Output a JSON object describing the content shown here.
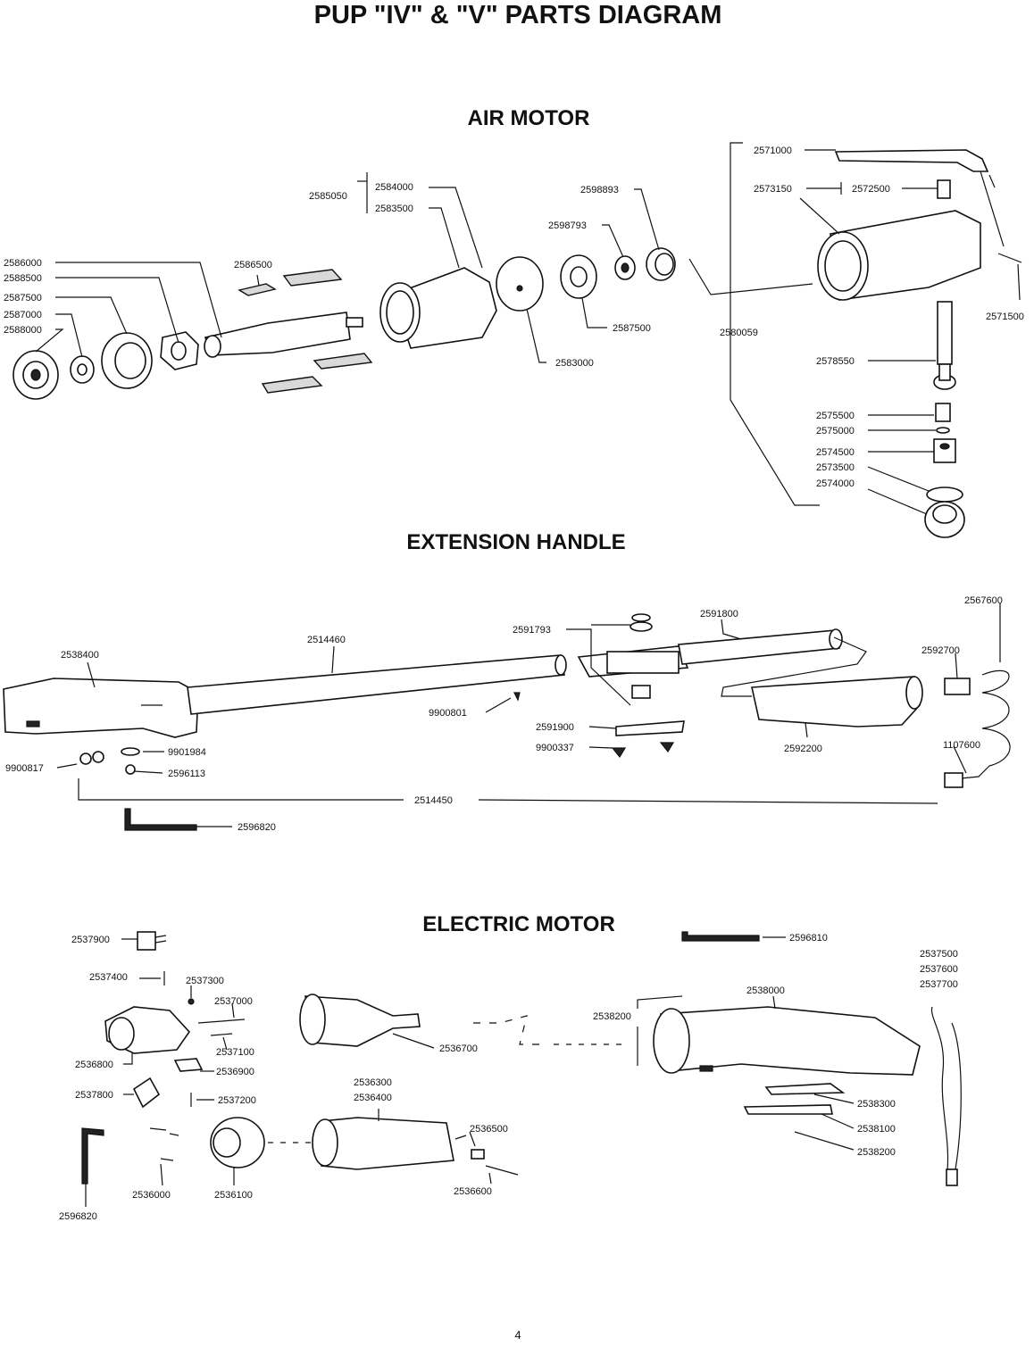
{
  "title": "PUP \"IV\" & \"V\" PARTS DIAGRAM",
  "page_number": "4",
  "sections": {
    "air_motor": {
      "heading": "AIR MOTOR",
      "labels": [
        "2586000",
        "2588500",
        "2587500",
        "2587000",
        "2588000",
        "2586500",
        "2585050",
        "2584000",
        "2583500",
        "2598893",
        "2598793",
        "2587500",
        "2583000",
        "2571000",
        "2573150",
        "2572500",
        "2580059",
        "2571500",
        "2578550",
        "2575500",
        "2575000",
        "2574500",
        "2573500",
        "2574000"
      ]
    },
    "extension_handle": {
      "heading": "EXTENSION HANDLE",
      "labels": [
        "2538400",
        "2514460",
        "2591793",
        "2591800",
        "2567600",
        "2592700",
        "9900801",
        "2591900",
        "9900337",
        "2592200",
        "1107600",
        "9900817",
        "9901984",
        "2596113",
        "2514450",
        "2596820"
      ]
    },
    "electric_motor": {
      "heading": "ELECTRIC MOTOR",
      "labels": [
        "2537900",
        "2537400",
        "2537300",
        "2537000",
        "2537100",
        "2536800",
        "2536900",
        "2537800",
        "2537200",
        "2536000",
        "2536100",
        "2596820",
        "2536700",
        "2536300",
        "2536400",
        "2536500",
        "2536600",
        "2596810",
        "2538000",
        "2538200",
        "2538300",
        "2538100",
        "2538200",
        "2537500",
        "2537600",
        "2537700"
      ]
    }
  }
}
